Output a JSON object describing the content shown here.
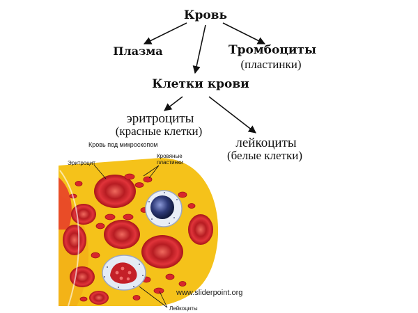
{
  "hierarchy": {
    "root": "Кровь",
    "plasma": "Плазма",
    "platelets": {
      "name": "Тромбоциты",
      "note": "(пластинки)"
    },
    "cells": "Клетки крови",
    "erythrocytes": {
      "name": "эритроциты",
      "note": "(красные клетки)"
    },
    "leukocytes": {
      "name": "лейкоциты",
      "note": "(белые клетки)"
    }
  },
  "microscope": {
    "caption": "Кровь под микроскопом",
    "label_erythrocyte": "Эритроцит",
    "label_platelets_line1": "Кровяные",
    "label_platelets_line2": "пластинки",
    "label_leukocytes": "Лейкоциты"
  },
  "watermark": "www.sliderpoint.org",
  "colors": {
    "plasma_yellow": "#f5c21a",
    "red_cell": "#d8262b",
    "wbc_nucleus_blue": "#2e3a78",
    "line": "#111111"
  }
}
